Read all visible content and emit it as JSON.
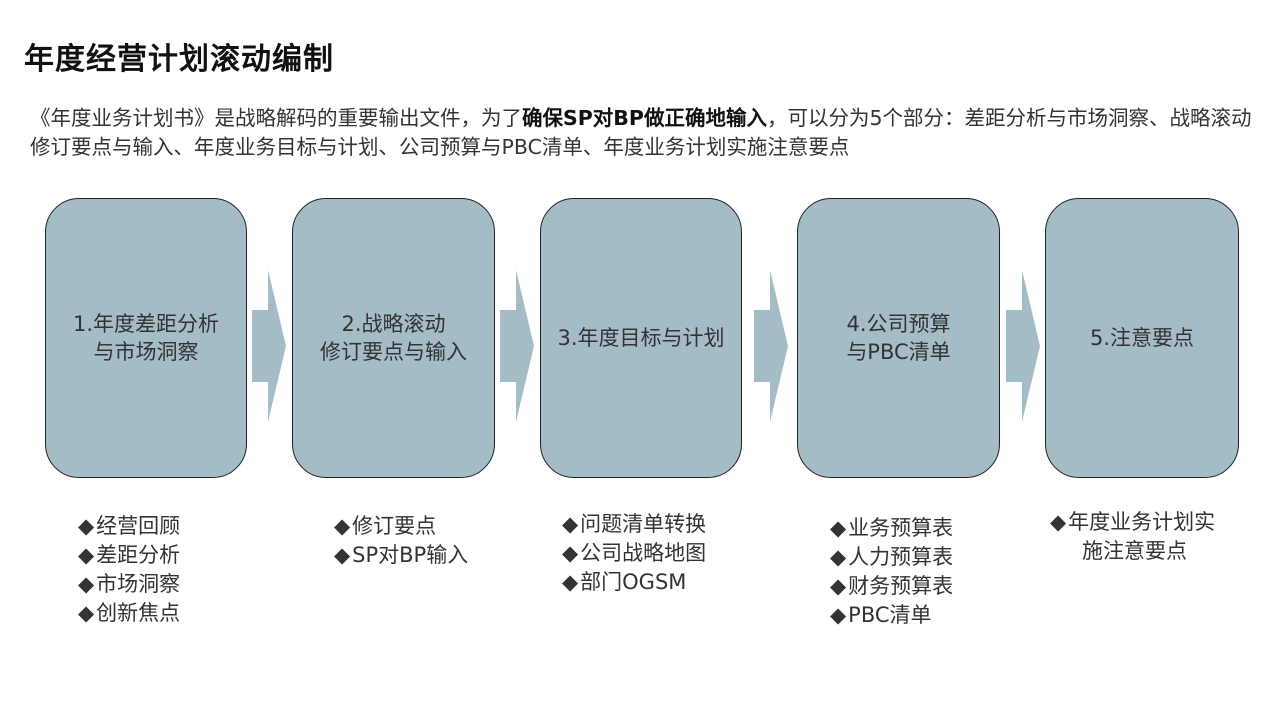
{
  "title": "年度经营计划滚动编制",
  "intro": {
    "part1": "《年度业务计划书》是战略解码的重要输出文件，为了",
    "bold": "确保SP对BP做正确地输入",
    "part2": "，可以分为5个部分：差距分析与市场洞察、战略滚动修订要点与输入、年度业务目标与计划、公司预算与PBC清单、年度业务计划实施注意要点"
  },
  "colors": {
    "box_fill": "#a4bcc6",
    "arrow_fill": "#a4bcc6",
    "box_border": "#222222"
  },
  "bullet_symbol": "◆",
  "steps": [
    {
      "lines": [
        "1.年度差距分析",
        "与市场洞察"
      ],
      "bullets": [
        "经营回顾",
        "差距分析",
        "市场洞察",
        "创新焦点"
      ]
    },
    {
      "lines": [
        "2.战略滚动",
        "修订要点与输入"
      ],
      "bullets": [
        "修订要点",
        "SP对BP输入"
      ]
    },
    {
      "lines": [
        "3.年度目标与计划"
      ],
      "bullets": [
        "问题清单转换",
        "公司战略地图",
        "部门OGSM"
      ]
    },
    {
      "lines": [
        "4.公司预算",
        "与PBC清单"
      ],
      "bullets": [
        "业务预算表",
        "人力预算表",
        "财务预算表",
        "PBC清单"
      ]
    },
    {
      "lines": [
        "5.注意要点"
      ],
      "bullets": [
        "年度业务计划实施注意要点"
      ]
    }
  ]
}
